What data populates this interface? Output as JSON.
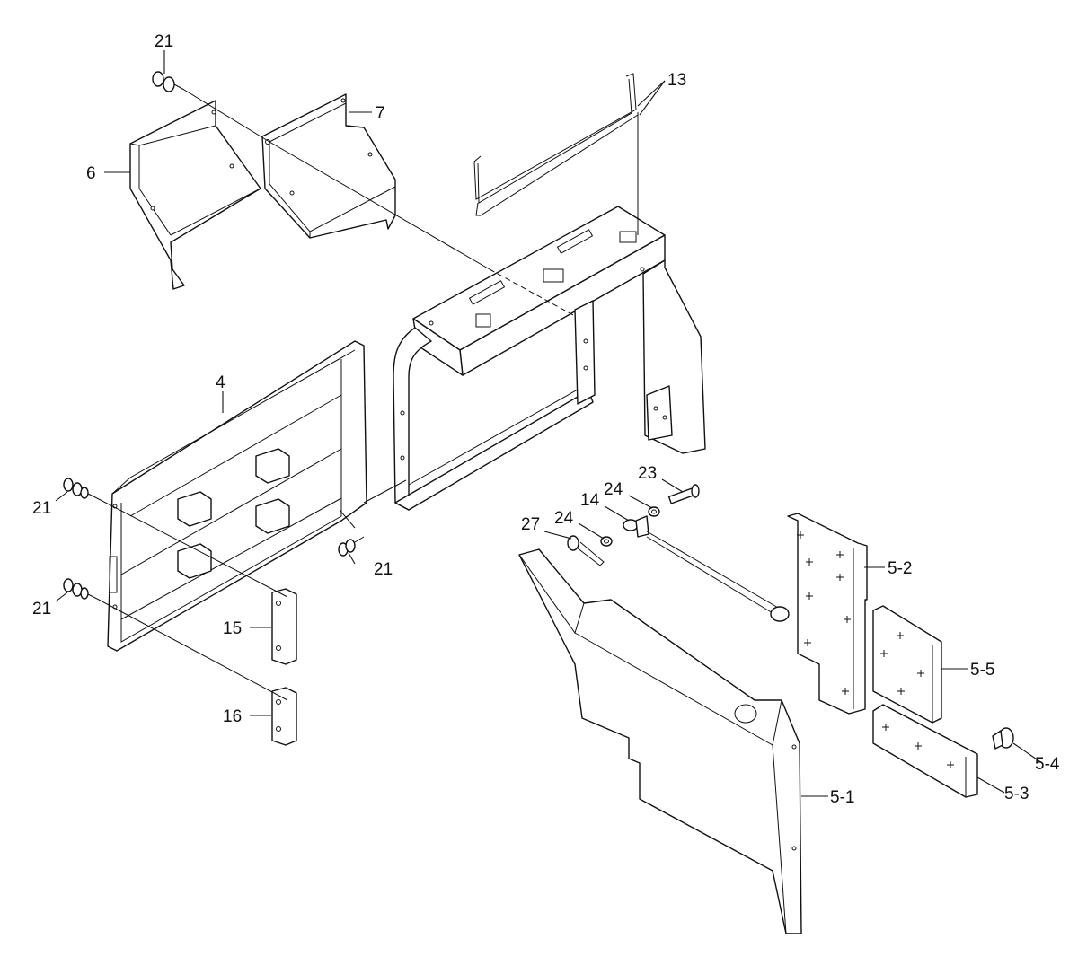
{
  "callouts": [
    {
      "id": "c21a",
      "text": "21"
    },
    {
      "id": "c7",
      "text": "7"
    },
    {
      "id": "c6",
      "text": "6"
    },
    {
      "id": "c13",
      "text": "13"
    },
    {
      "id": "c4",
      "text": "4"
    },
    {
      "id": "c21b",
      "text": "21"
    },
    {
      "id": "c21c",
      "text": "21"
    },
    {
      "id": "c21d",
      "text": "21"
    },
    {
      "id": "c15",
      "text": "15"
    },
    {
      "id": "c16",
      "text": "16"
    },
    {
      "id": "c23",
      "text": "23"
    },
    {
      "id": "c24a",
      "text": "24"
    },
    {
      "id": "c14",
      "text": "14"
    },
    {
      "id": "c24b",
      "text": "24"
    },
    {
      "id": "c27",
      "text": "27"
    },
    {
      "id": "c52",
      "text": "5-2"
    },
    {
      "id": "c55",
      "text": "5-5"
    },
    {
      "id": "c54",
      "text": "5-4"
    },
    {
      "id": "c53",
      "text": "5-3"
    },
    {
      "id": "c51",
      "text": "5-1"
    }
  ]
}
